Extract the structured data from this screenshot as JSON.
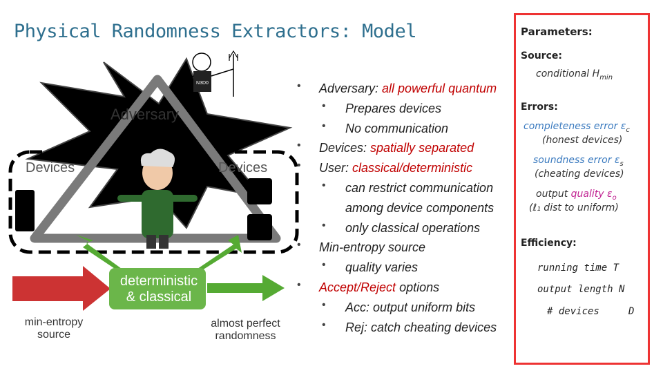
{
  "title": "Physical Randomness Extractors: Model",
  "diagram": {
    "adversary_label": "Adversary",
    "devices_left": "Devices",
    "devices_right": "Devices",
    "method_label": "deterministic & classical",
    "method_line1": "deterministic",
    "method_line2": "& classical",
    "source_label_line1": "min-entropy",
    "source_label_line2": "source",
    "output_label_line1": "almost perfect",
    "output_label_line2": "randomness",
    "adversary_shirt_text": "N3D0"
  },
  "bullets": [
    {
      "level": 1,
      "parts": [
        {
          "t": "Adversary: "
        },
        {
          "t": "all powerful quantum",
          "red": true
        }
      ]
    },
    {
      "level": 2,
      "parts": [
        {
          "t": "Prepares devices"
        }
      ]
    },
    {
      "level": 2,
      "parts": [
        {
          "t": "No communication"
        }
      ]
    },
    {
      "level": 1,
      "parts": [
        {
          "t": "Devices: "
        },
        {
          "t": "spatially separated",
          "red": true
        }
      ]
    },
    {
      "level": 1,
      "parts": [
        {
          "t": "User: "
        },
        {
          "t": "classical/deterministic",
          "red": true
        }
      ]
    },
    {
      "level": 2,
      "parts": [
        {
          "t": "can restrict communication"
        }
      ]
    },
    {
      "level": 3,
      "parts": [
        {
          "t": "among device components"
        }
      ]
    },
    {
      "level": 2,
      "parts": [
        {
          "t": "only classical operations"
        }
      ]
    },
    {
      "level": 1,
      "parts": [
        {
          "t": "Min-entropy source"
        }
      ]
    },
    {
      "level": 2,
      "parts": [
        {
          "t": "quality varies"
        }
      ]
    },
    {
      "level": 1,
      "parts": [
        {
          "t": "Accept/Reject",
          "red": true
        },
        {
          "t": " options"
        }
      ]
    },
    {
      "level": 2,
      "parts": [
        {
          "t": "Acc: output uniform bits"
        }
      ]
    },
    {
      "level": 2,
      "parts": [
        {
          "t": "Rej: catch cheating devices"
        }
      ]
    }
  ],
  "parameters": {
    "heading": "Parameters:",
    "source_heading": "Source:",
    "source_value": "conditional H",
    "source_sub": "min",
    "errors_heading": "Errors:",
    "completeness": "completeness error ε",
    "completeness_sub": "c",
    "completeness_note": "(honest devices)",
    "soundness": "soundness error ε",
    "soundness_sub": "s",
    "soundness_note": "(cheating devices)",
    "quality_a": "output ",
    "quality_b": "quality ε",
    "quality_sub": "o",
    "quality_note": "(ℓ₁ dist to uniform)",
    "efficiency_heading": "Efficiency:",
    "running_time": "running time  T",
    "output_length": "output length  N",
    "devices_count": "# devices     D"
  },
  "colors": {
    "title": "#2e6f8e",
    "red_text": "#c00000",
    "blue_text": "#3a7abf",
    "panel_border": "#ee3333",
    "arrow_green": "#55aa33",
    "arrow_red": "#cc3333",
    "triangle": "#7a7a7a",
    "star": "#000000"
  }
}
